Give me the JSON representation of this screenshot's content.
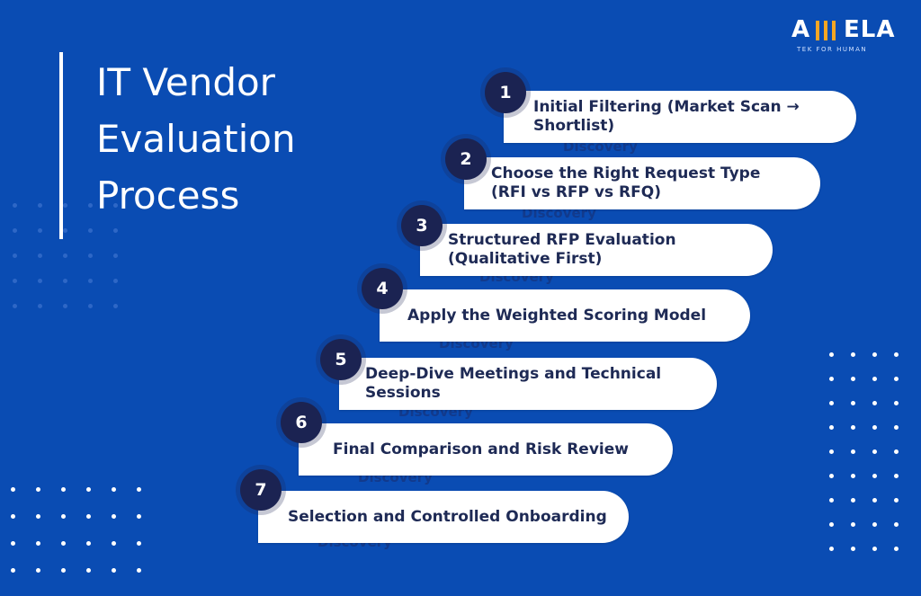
{
  "title": {
    "line1": "IT Vendor",
    "line2": "Evaluation",
    "line3": "Process"
  },
  "logo": {
    "left_letter": "A",
    "right_letters": "ELA",
    "tagline": "TEK FOR HUMAN"
  },
  "steps": [
    {
      "number": "1",
      "line1": "Initial Filtering (Market Scan →",
      "line2": "Shortlist)",
      "ghost": "Discovery"
    },
    {
      "number": "2",
      "line1": "Choose the Right Request Type",
      "line2": "(RFI vs RFP vs RFQ)",
      "ghost": "Discovery"
    },
    {
      "number": "3",
      "line1": "Structured RFP Evaluation",
      "line2": "(Qualitative First)",
      "ghost": "Discovery"
    },
    {
      "number": "4",
      "line1": "Apply the Weighted Scoring Model",
      "line2": "",
      "ghost": "Discovery"
    },
    {
      "number": "5",
      "line1": "Deep-Dive Meetings and Technical",
      "line2": "Sessions",
      "ghost": "Discovery"
    },
    {
      "number": "6",
      "line1": "Final Comparison and Risk Review",
      "line2": "",
      "ghost": "Discovery"
    },
    {
      "number": "7",
      "line1": "Selection and Controlled Onboarding",
      "line2": "",
      "ghost": "Discovery"
    }
  ],
  "colors": {
    "background": "#0a4cb3",
    "card": "#ffffff",
    "badge": "#1b2352",
    "card_text": "#1e2a55",
    "logo_accent": "#f5a623"
  }
}
